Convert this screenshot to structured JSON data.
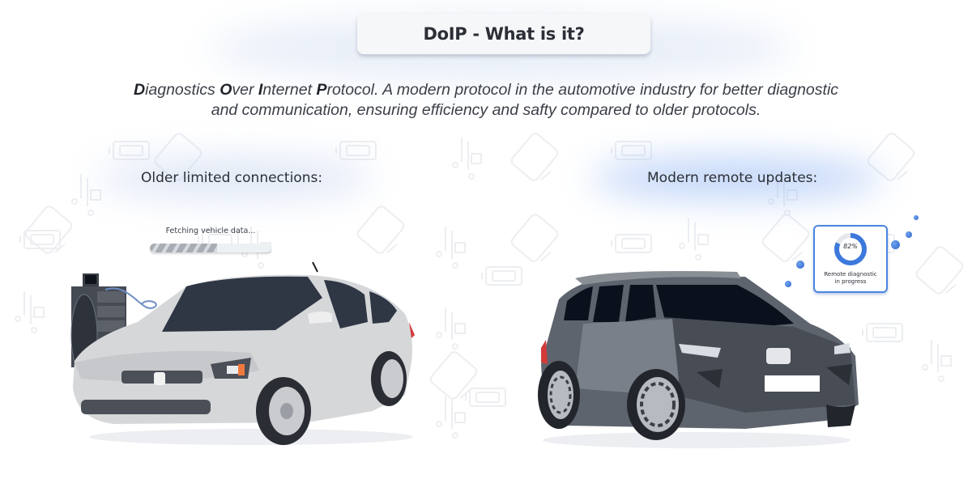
{
  "header": {
    "title": "DoIP - What is it?"
  },
  "description": {
    "acronym_parts": [
      {
        "initial": "D",
        "rest": "iagnostics "
      },
      {
        "initial": "O",
        "rest": "ver "
      },
      {
        "initial": "I",
        "rest": "nternet "
      },
      {
        "initial": "P",
        "rest": "rotocol."
      }
    ],
    "text": " A modern protocol in the automotive industry for better diagnostic and communication, ensuring efficiency and safty compared to older protocols."
  },
  "left_section": {
    "heading": "Older limited connections:",
    "progress_label": "Fetching vehicle data...",
    "progress_fraction": 0.55,
    "car_icon": "sedan-car-with-diagnostic-tool"
  },
  "right_section": {
    "heading": "Modern remote updates:",
    "status_percent_label": "82%",
    "status_percent": 82,
    "status_text_line1": "Remote diagnostic",
    "status_text_line2": "in progress",
    "car_icon": "suv-car"
  },
  "colors": {
    "accent": "#4a86e0",
    "accent_dark": "#2c63c8",
    "text": "#2b2f36",
    "light_car": "#d9dadc",
    "dark_car": "#5f656e",
    "glass": "#2f3644"
  }
}
